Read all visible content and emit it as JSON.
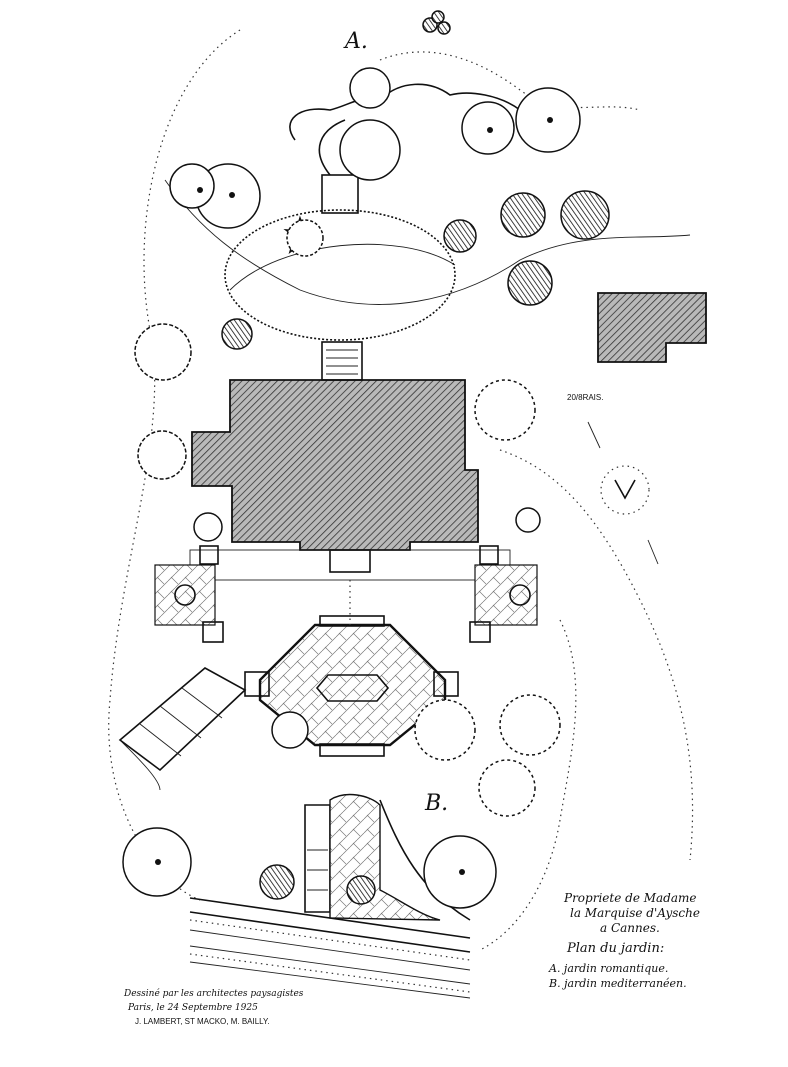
{
  "marks": {
    "section_a": "A.",
    "section_b": "B."
  },
  "scale_text": "20/8RAIS.",
  "title_block": {
    "line1": "Propriete de Madame",
    "line2": "la Marquise d'Aysche",
    "line3": "a Cannes.",
    "plan_title": "Plan du jardin:",
    "legend_a": "A. jardin romantique.",
    "legend_b": "B. jardin mediterranéen."
  },
  "signature": {
    "line1": "Dessiné par les architectes paysagistes",
    "line2": "Paris, le 24 Septembre 1925",
    "line3": "J. LAMBERT, ST MACKO, M. BAILLY."
  }
}
